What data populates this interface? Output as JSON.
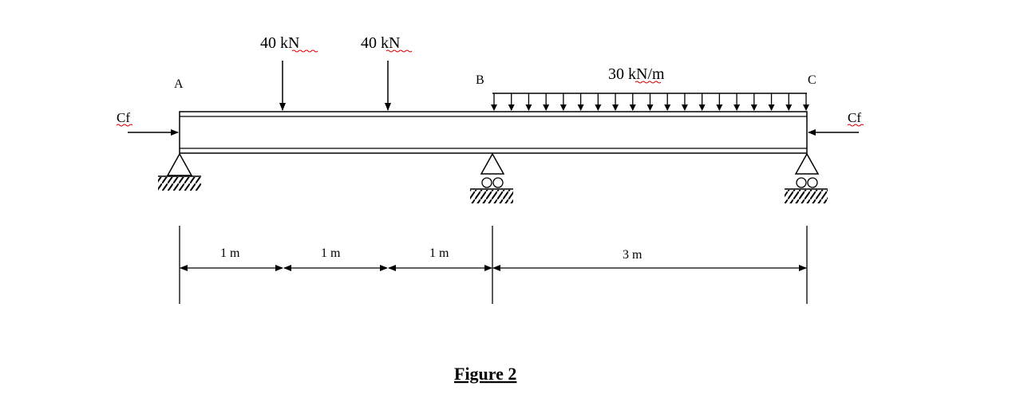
{
  "diagram": {
    "points": {
      "a": "A",
      "b": "B",
      "c": "C"
    },
    "loads": {
      "point_load_1": "40 kN",
      "point_load_2": "40 kN",
      "distributed_load": "30 kN/m"
    },
    "axial_force_left": "Cf",
    "axial_force_right": "Cf",
    "spans": [
      "1 m",
      "1 m",
      "1 m",
      "3 m"
    ],
    "caption": "Figure 2"
  },
  "colors": {
    "ink": "#000000",
    "spellcheck": "#d00000"
  }
}
